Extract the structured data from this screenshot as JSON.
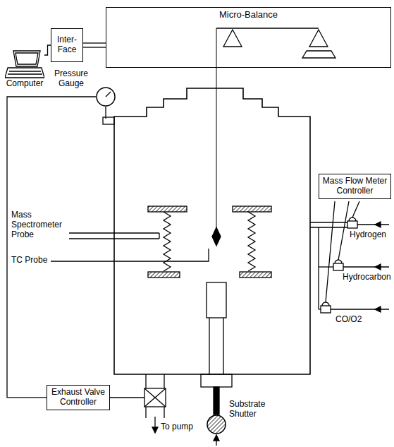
{
  "diagram": {
    "nodes": [
      {
        "text": [
          "Computer"
        ]
      },
      {
        "text": [
          "Inter-Face"
        ]
      },
      {
        "text": [
          "Micro-Balance"
        ]
      },
      {
        "text": [
          "Pressure Gauge"
        ]
      },
      {
        "text": [
          "Mass Flow Meter Controller"
        ]
      },
      {
        "text": [
          "Exhaust Valve Controller"
        ]
      },
      {
        "text": [
          "Substrate Shutter"
        ]
      }
    ],
    "edges": [
      {
        "from": 0,
        "to": 1,
        "arrow": "none"
      },
      {
        "from": 1,
        "to": 2,
        "arrow": "none"
      },
      {
        "from": 3,
        "to": 5,
        "arrow": "none"
      }
    ],
    "labels": [
      "Mass Spectrometer Probe",
      "TC Probe",
      "Hydrogen",
      "Hydrocarbon",
      "CO/O2",
      "To pump"
    ]
  }
}
